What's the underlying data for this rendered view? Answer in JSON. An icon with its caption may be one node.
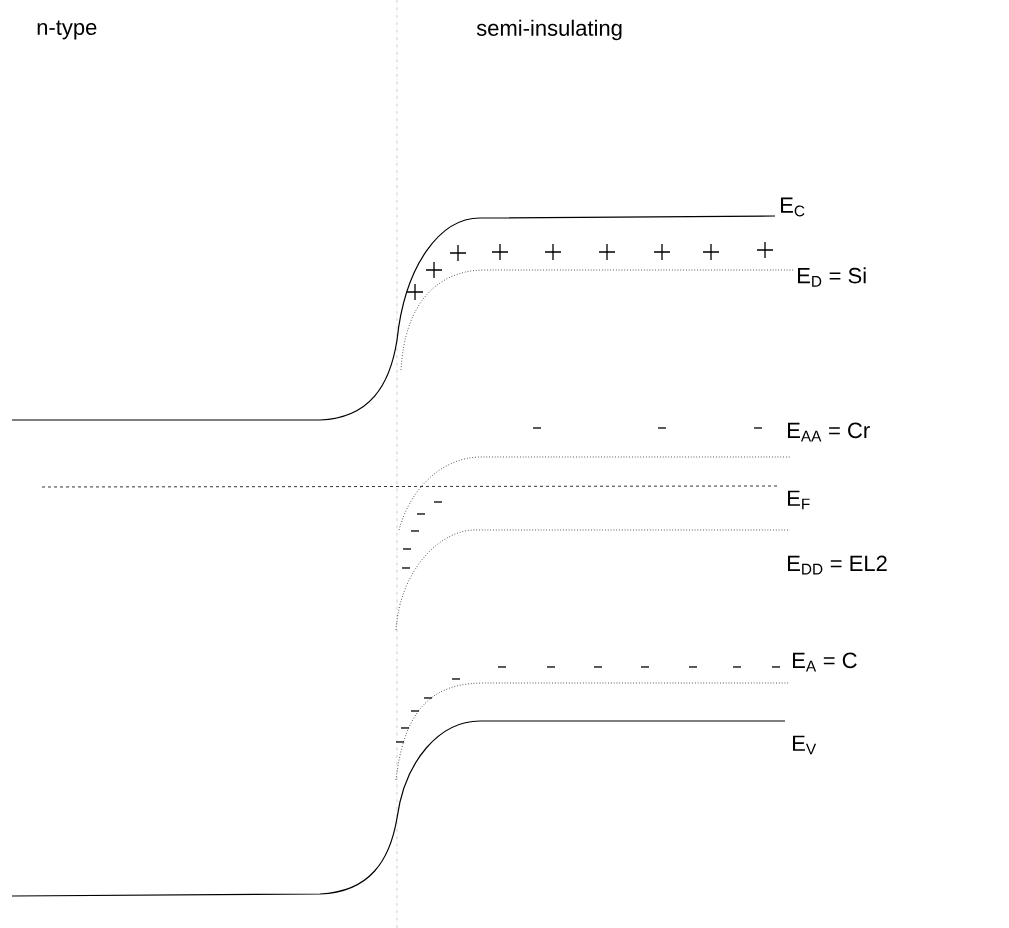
{
  "diagram": {
    "labels": [
      "n-type",
      "semi-insulating",
      "E$_{C}$",
      "E$_{D}$ = Si",
      "E$_{AA}$ = Cr",
      "E$_{F}$",
      "E$_{DD}$ = EL2",
      "E$_{A}$ = C",
      "E$_{V}$"
    ]
  }
}
